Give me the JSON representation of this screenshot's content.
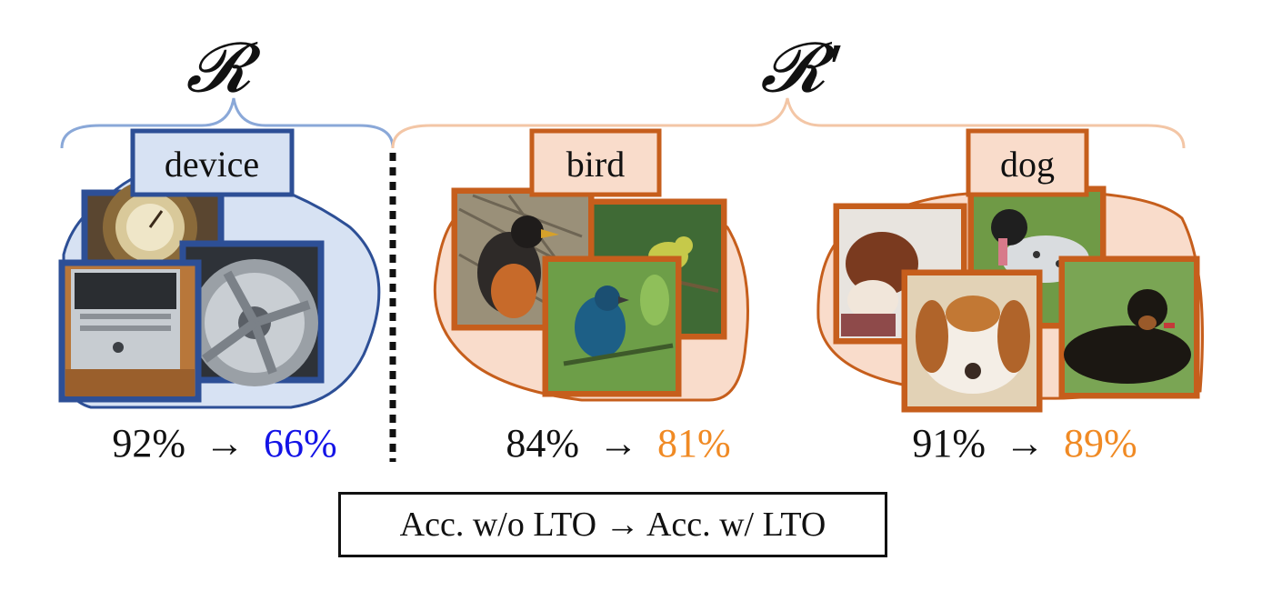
{
  "set_R": {
    "symbol": "𝓡",
    "color": "#8aa8d8",
    "groups": [
      {
        "category": "device",
        "before": "92%",
        "arrow": "→",
        "after": "66%",
        "after_color": "#1414e6"
      }
    ]
  },
  "set_R_prime": {
    "symbol": "𝓡′",
    "color": "#f3c6a6",
    "groups": [
      {
        "category": "bird",
        "before": "84%",
        "arrow": "→",
        "after": "81%",
        "after_color": "#f08a24"
      },
      {
        "category": "dog",
        "before": "91%",
        "arrow": "→",
        "after": "89%",
        "after_color": "#f08a24"
      }
    ]
  },
  "legend": {
    "text": "Acc. w/o LTO → Acc. w/ LTO"
  },
  "colors": {
    "device_frame": "#2d4f96",
    "device_fill": "#d7e2f3",
    "animal_frame": "#c65e1c",
    "animal_fill": "#f9dccb",
    "divider": "#111111"
  }
}
